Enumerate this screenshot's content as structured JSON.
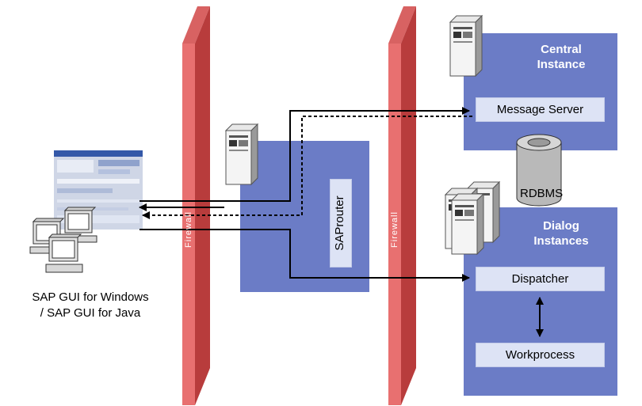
{
  "client": {
    "label_line1": "SAP GUI for Windows",
    "label_line2": "/ SAP GUI for Java"
  },
  "firewall_left": {
    "label": "Firewall"
  },
  "firewall_right": {
    "label": "Firewall"
  },
  "saprouter": {
    "label": "SAProuter"
  },
  "central_instance": {
    "title_line1": "Central",
    "title_line2": "Instance",
    "message_server": "Message Server"
  },
  "database": {
    "label": "RDBMS"
  },
  "dialog_instances": {
    "title_line1": "Dialog",
    "title_line2": "Instances",
    "dispatcher": "Dispatcher",
    "workprocess": "Workprocess"
  },
  "colors": {
    "box_blue": "#6b7cc6",
    "inner_box": "#dde3f5",
    "firewall_front": "#e87070",
    "firewall_side": "#c94a4a",
    "db_gray": "#b9b9b9"
  }
}
